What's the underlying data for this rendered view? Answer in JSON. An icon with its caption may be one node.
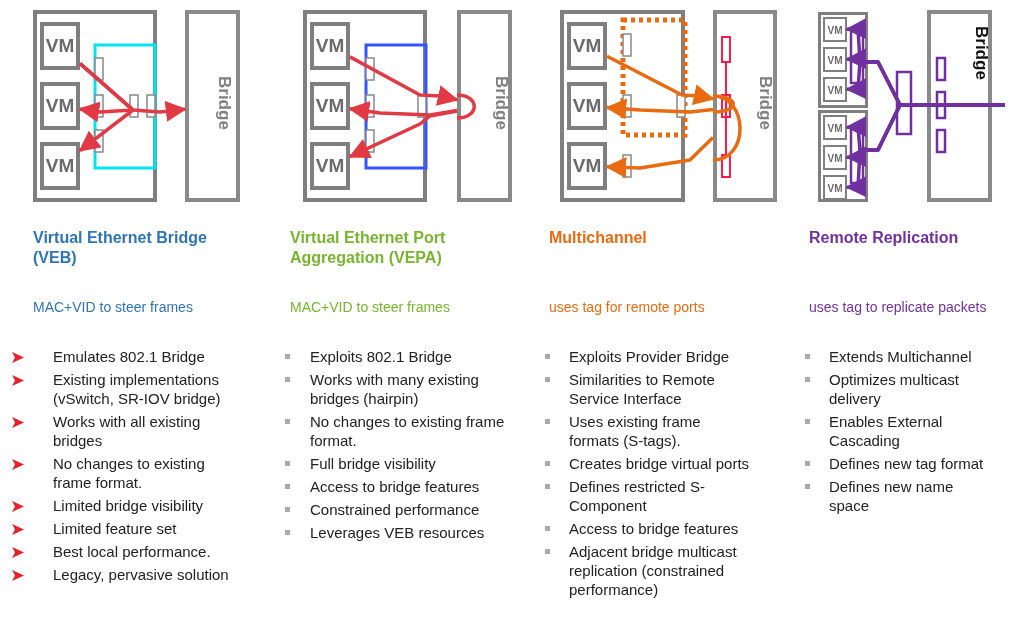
{
  "diagram": {
    "nodes": [
      {
        "text": [],
        "shape": "box"
      },
      {
        "text": [
          "VM"
        ],
        "in": 0
      },
      {
        "text": [
          "VM"
        ],
        "in": 0
      },
      {
        "text": [
          "VM"
        ],
        "in": 0
      },
      {
        "text": [
          "Bridge"
        ]
      },
      {
        "text": [],
        "shape": "box"
      },
      {
        "text": [
          "VM"
        ],
        "in": 5
      },
      {
        "text": [
          "VM"
        ],
        "in": 5
      },
      {
        "text": [
          "VM"
        ],
        "in": 5
      },
      {
        "text": [
          "Bridge"
        ]
      },
      {
        "text": [],
        "shape": "box"
      },
      {
        "text": [
          "VM"
        ],
        "in": 10
      },
      {
        "text": [
          "VM"
        ],
        "in": 10
      },
      {
        "text": [
          "VM"
        ],
        "in": 10
      },
      {
        "text": [
          "Bridge"
        ]
      },
      {
        "text": [],
        "shape": "box"
      },
      {
        "text": [
          "VM"
        ],
        "in": 15
      },
      {
        "text": [
          "VM"
        ],
        "in": 15
      },
      {
        "text": [
          "VM"
        ],
        "in": 15
      },
      {
        "text": [],
        "shape": "box"
      },
      {
        "text": [
          "VM"
        ],
        "in": 19
      },
      {
        "text": [
          "VM"
        ],
        "in": 19
      },
      {
        "text": [
          "VM"
        ],
        "in": 19
      },
      {
        "text": [
          "Bridge"
        ]
      }
    ],
    "edges": [
      {
        "from": 1,
        "to": 2,
        "arrow": "to",
        "color": "#e23a45"
      },
      {
        "from": 1,
        "to": 3,
        "arrow": "to",
        "color": "#e23a45"
      },
      {
        "from": 1,
        "to": 4,
        "arrow": "to",
        "color": "#e23a45"
      },
      {
        "from": 6,
        "to": 9,
        "arrow": "to",
        "color": "#e23a45"
      },
      {
        "from": 9,
        "to": 7,
        "arrow": "to",
        "color": "#e23a45"
      },
      {
        "from": 9,
        "to": 8,
        "arrow": "to",
        "color": "#e23a45"
      },
      {
        "from": 11,
        "to": 14,
        "arrow": "to",
        "color": "#ea6a10"
      },
      {
        "from": 14,
        "to": 12,
        "arrow": "to",
        "color": "#ea6a10"
      },
      {
        "from": 14,
        "to": 13,
        "arrow": "to",
        "color": "#ea6a10"
      },
      {
        "from": null,
        "to": 16,
        "arrow": "to",
        "color": "#7030a0"
      },
      {
        "from": null,
        "to": 17,
        "arrow": "to",
        "color": "#7030a0"
      },
      {
        "from": null,
        "to": 18,
        "arrow": "to",
        "color": "#7030a0"
      },
      {
        "from": null,
        "to": 20,
        "arrow": "to",
        "color": "#7030a0"
      },
      {
        "from": null,
        "to": 21,
        "arrow": "to",
        "color": "#7030a0"
      },
      {
        "from": null,
        "to": 22,
        "arrow": "to",
        "color": "#7030a0"
      }
    ],
    "labels": [
      "Virtual Ethernet Bridge (VEB)",
      "MAC+VID to steer frames",
      "Emulates 802.1 Bridge",
      "Existing implementations (vSwitch, SR-IOV bridge)",
      "Works with all existing bridges",
      "No changes to existing frame format.",
      "Limited bridge visibility",
      "Limited feature set",
      "Best local performance.",
      "Legacy, pervasive solution",
      "Virtual Ethernet Port Aggregation (VEPA)",
      "MAC+VID to steer frames",
      "Exploits 802.1 Bridge",
      "Works with many existing bridges (hairpin)",
      "No changes to existing frame format.",
      "Full bridge visibility",
      "Access to bridge features",
      "Constrained performance",
      "Leverages VEB resources",
      "Multichannel",
      "uses tag for remote ports",
      "Exploits Provider Bridge",
      "Similarities to Remote Service Interface",
      "Uses existing frame formats (S-tags).",
      "Creates bridge virtual ports",
      "Defines restricted S-Component",
      "Access to bridge features",
      "Adjacent bridge multicast replication (constrained performance)",
      "Remote Replication",
      "uses tag to replicate packets",
      "Extends Multichannel",
      "Optimizes multicast delivery",
      "Enables External Cascading",
      "Defines new tag format",
      "Defines new name space"
    ]
  }
}
